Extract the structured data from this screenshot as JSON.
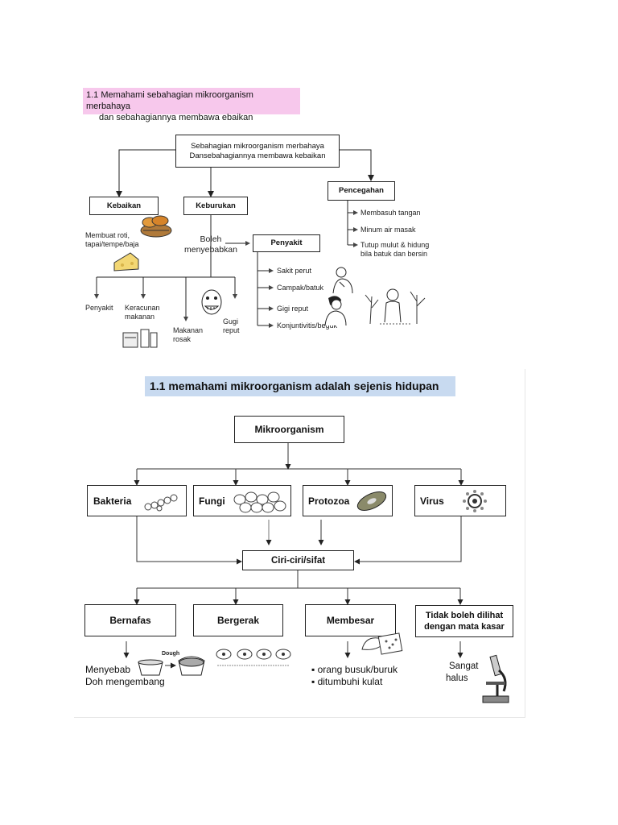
{
  "section1": {
    "title_line1": "1.1 Memahami sebahagian mikroorganism merbahaya",
    "title_line2": "dan sebahagiannya membawa ebaikan",
    "root_line1": "Sebahagian mikroorganism merbahaya",
    "root_line2": "Dansebahagiannya membawa kebaikan",
    "kebaikan": "Kebaikan",
    "keburukan": "Keburukan",
    "pencegahan": "Pencegahan",
    "penyakit_box": "Penyakit",
    "kebaikan_desc_line1": "Membuat roti,",
    "kebaikan_desc_line2": "tapai/tempe/baja",
    "boleh_line1": "Boleh",
    "boleh_line2": "menyebabkan",
    "branches": [
      "Penyakit",
      "Keracunan makanan",
      "Makanan rosak",
      "Gugi reput"
    ],
    "diseases": [
      "Sakit perut",
      "Campak/batuk",
      "Gigi reput",
      "Konjuntivitis/beguk"
    ],
    "prevention": [
      "Membasuh tangan",
      "Minum air masak",
      "Tutup mulut & hidung bila batuk dan bersin"
    ]
  },
  "section2": {
    "title": "1.1  memahami  mikroorganism adalah sejenis hidupan",
    "root": "Mikroorganism",
    "types": [
      "Bakteria",
      "Fungi",
      "Protozoa",
      "Virus"
    ],
    "center": "Ciri-ciri/sifat",
    "traits": [
      "Bernafas",
      "Bergerak",
      "Membesar",
      "Tidak boleh dilihat dengan mata kasar"
    ],
    "bernafas_desc_line1": "Menyebab",
    "bernafas_desc_line2": "Doh mengembang",
    "dough_label": "Dough",
    "membesar_items": [
      "orang busuk/buruk",
      "ditumbuhi kulat"
    ],
    "sangat_line1": "Sangat",
    "sangat_line2": "halus"
  }
}
